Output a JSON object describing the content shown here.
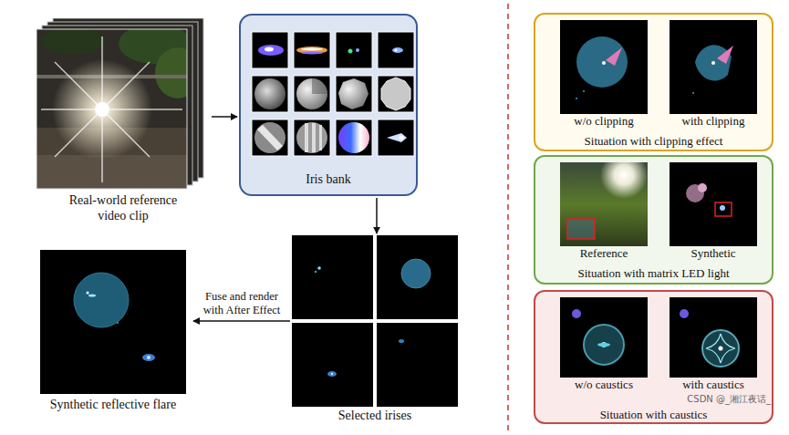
{
  "diagram": {
    "nodes": [
      {
        "text": [
          "Real-world reference video clip"
        ]
      },
      {
        "text": [
          "Iris bank"
        ]
      },
      {
        "text": [
          "Selected irises"
        ]
      },
      {
        "text": [
          "Synthetic reflective flare"
        ]
      },
      {
        "text": [
          "Situation with clipping effect"
        ]
      },
      {
        "text": [
          "w/o clipping"
        ],
        "in": 4
      },
      {
        "text": [
          "with clipping"
        ],
        "in": 4
      },
      {
        "text": [
          "Situation with matrix LED light"
        ]
      },
      {
        "text": [
          "Reference"
        ],
        "in": 7
      },
      {
        "text": [
          "Synthetic"
        ],
        "in": 7
      },
      {
        "text": [
          "Situation with caustics"
        ]
      },
      {
        "text": [
          "w/o caustics"
        ],
        "in": 10
      },
      {
        "text": [
          "with caustics"
        ],
        "in": 10
      }
    ],
    "edges": [
      {
        "from": 0,
        "to": 1,
        "arrow": "to"
      },
      {
        "from": 1,
        "to": 2,
        "arrow": "to"
      },
      {
        "from": 2,
        "to": 3,
        "label": "Fuse and render with After Effect",
        "arrow": "to"
      }
    ],
    "labels": [
      "CSDN @_湘江夜话_"
    ]
  }
}
